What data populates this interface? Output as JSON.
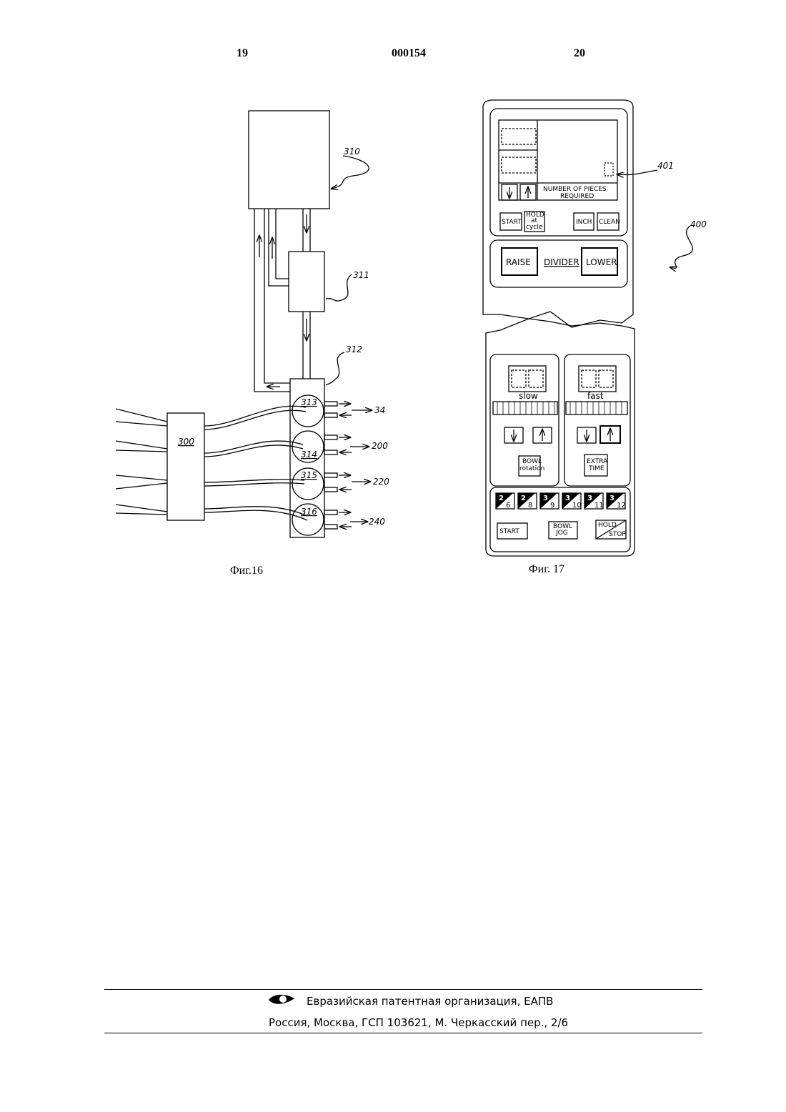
{
  "header": {
    "left_page": "19",
    "patent_number": "000154",
    "right_page": "20"
  },
  "fig16": {
    "caption": "Фиг.16",
    "labels": {
      "block_310": "310",
      "block_311": "311",
      "block_312": "312",
      "block_300": "300",
      "valve_313": "313",
      "valve_314": "314",
      "valve_315": "315",
      "valve_316": "316",
      "out_34": "34",
      "out_200": "200",
      "out_220": "220",
      "out_240": "240"
    }
  },
  "fig17": {
    "caption": "Фиг. 17",
    "labels": {
      "panel": "400",
      "indicator": "401"
    },
    "top_panel": {
      "pieces_text_1": "NUMBER OF PIECES",
      "pieces_text_2": "REQUIRED",
      "start": "START",
      "hold_1": "HOLD",
      "hold_2": "at",
      "hold_3": "cycle",
      "inch": "INCH",
      "clean": "CLEAN",
      "raise": "RAISE",
      "divider": "DIVIDER",
      "lower": "LOWER"
    },
    "bottom_panel": {
      "slow": "slow",
      "fast": "fast",
      "bowl_1": "BOWL",
      "bowl_2": "rotation",
      "extra_1": "EXTRA",
      "extra_2": "TIME",
      "speed_keys": [
        {
          "top": "2",
          "bottom": "6"
        },
        {
          "top": "2",
          "bottom": "8"
        },
        {
          "top": "3",
          "bottom": "9"
        },
        {
          "top": "3",
          "bottom": "10"
        },
        {
          "top": "3",
          "bottom": "11"
        },
        {
          "top": "3",
          "bottom": "12"
        }
      ],
      "start": "START",
      "jog_1": "BOWL",
      "jog_2": "JOG",
      "hold_1": "HOLD",
      "hold_2": "STOP"
    }
  },
  "footer": {
    "organization": "Евразийская патентная организация, ЕАПВ",
    "address": "Россия, Москва, ГСП 103621, М. Черкасский пер., 2/6"
  }
}
